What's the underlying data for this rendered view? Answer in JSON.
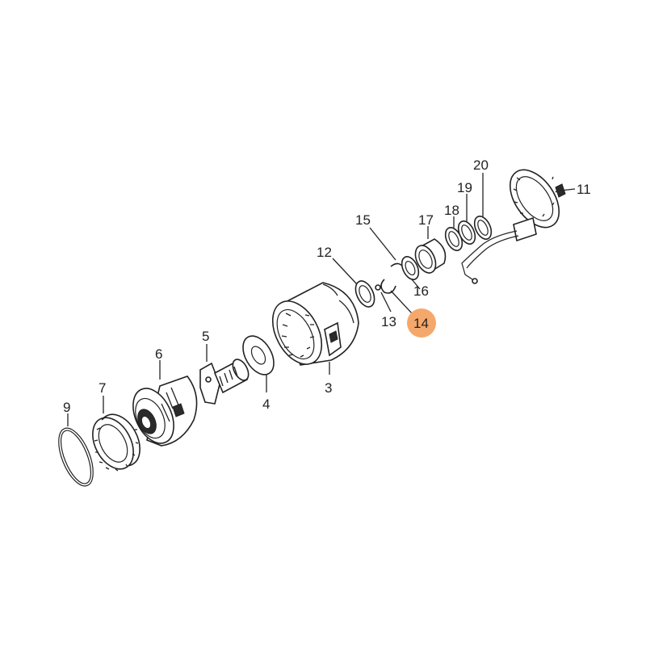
{
  "diagram": {
    "highlight_color": "#F5A86B",
    "highlighted_callout": "14",
    "callouts": [
      {
        "id": "c1",
        "label": "11"
      },
      {
        "id": "c2",
        "label": "20"
      },
      {
        "id": "c3",
        "label": "19"
      },
      {
        "id": "c4",
        "label": "18"
      },
      {
        "id": "c5",
        "label": "17"
      },
      {
        "id": "c6",
        "label": "15"
      },
      {
        "id": "c7",
        "label": "12"
      },
      {
        "id": "c8",
        "label": "16"
      },
      {
        "id": "c9",
        "label": "13"
      },
      {
        "id": "c10",
        "label": "14"
      },
      {
        "id": "c11",
        "label": "3"
      },
      {
        "id": "c12",
        "label": "4"
      },
      {
        "id": "c13",
        "label": "5"
      },
      {
        "id": "c14",
        "label": "6"
      },
      {
        "id": "c15",
        "label": "7"
      },
      {
        "id": "c16",
        "label": "9"
      }
    ]
  }
}
